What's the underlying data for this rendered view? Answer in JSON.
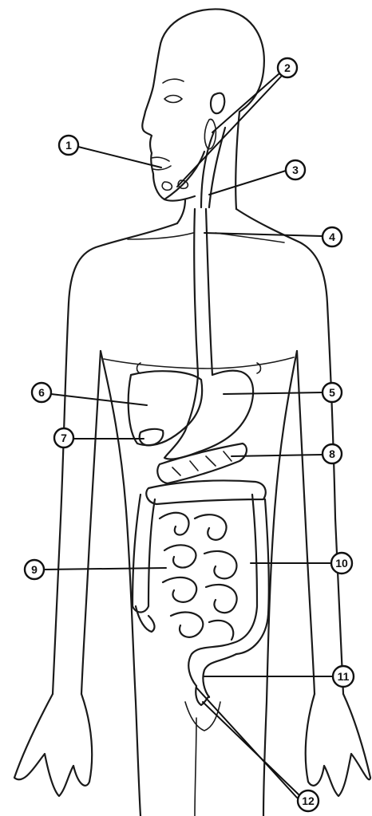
{
  "diagram": {
    "labels": [
      {
        "id": "label-1",
        "number": "1"
      },
      {
        "id": "label-2",
        "number": "2"
      },
      {
        "id": "label-3",
        "number": "3"
      },
      {
        "id": "label-4",
        "number": "4"
      },
      {
        "id": "label-5",
        "number": "5"
      },
      {
        "id": "label-6",
        "number": "6"
      },
      {
        "id": "label-7",
        "number": "7"
      },
      {
        "id": "label-8",
        "number": "8"
      },
      {
        "id": "label-9",
        "number": "9"
      },
      {
        "id": "label-10",
        "number": "10"
      },
      {
        "id": "label-11",
        "number": "11"
      },
      {
        "id": "label-12",
        "number": "12"
      }
    ]
  }
}
